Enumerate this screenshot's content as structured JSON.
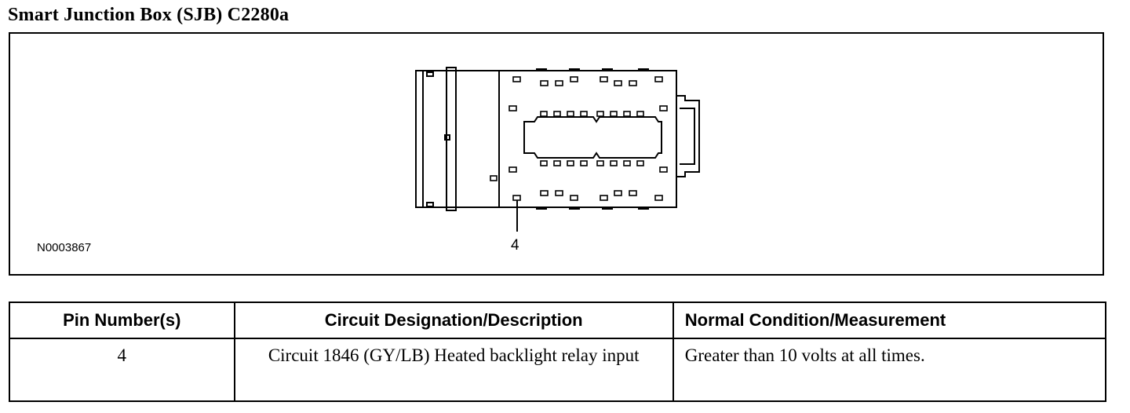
{
  "title": "Smart Junction Box (SJB) C2280a",
  "diagram": {
    "figure_id": "N0003867",
    "pin_callout": "4",
    "connector_icon": "connector-face-view-icon"
  },
  "table": {
    "headers": [
      "Pin Number(s)",
      "Circuit Designation/Description",
      "Normal Condition/Measurement"
    ],
    "rows": [
      [
        "4",
        "Circuit 1846 (GY/LB) Heated backlight relay input",
        "Greater than 10 volts at all times."
      ]
    ]
  }
}
